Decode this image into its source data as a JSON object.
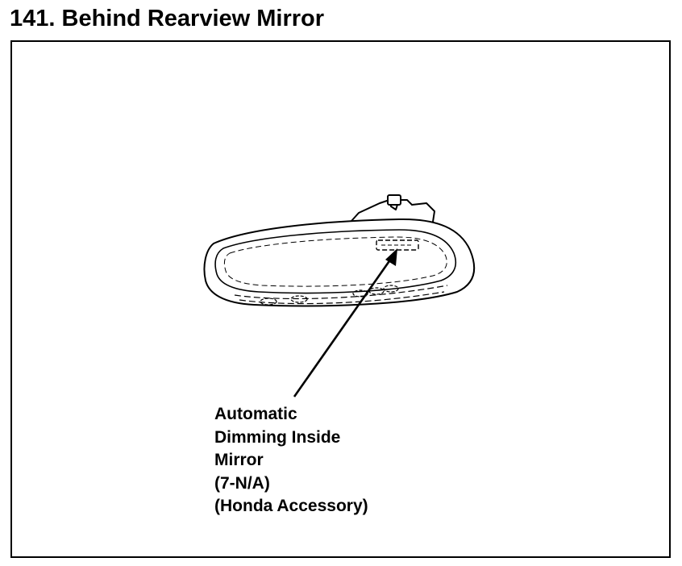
{
  "page": {
    "title": "141. Behind Rearview Mirror"
  },
  "diagram": {
    "callout": {
      "lines": [
        "Automatic",
        "Dimming Inside",
        "Mirror",
        "(7-N/A)",
        "(Honda Accessory)"
      ]
    }
  }
}
